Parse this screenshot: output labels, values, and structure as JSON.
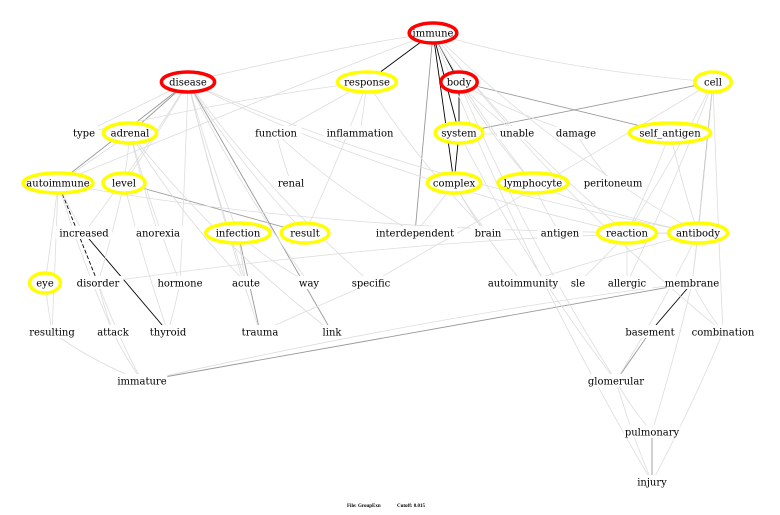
{
  "footer": {
    "file": "File: GroupExn",
    "cutoff": "Cutoff: 0.015"
  },
  "colors": {
    "primary": "#ff0000",
    "secondary": "#ffff00",
    "edge_strong": "#000000",
    "edge_mid": "#999999",
    "edge_weak": "#dddddd"
  },
  "nodes": [
    {
      "id": "immune",
      "label": "immune",
      "level": "primary"
    },
    {
      "id": "disease",
      "label": "disease",
      "level": "primary"
    },
    {
      "id": "response",
      "label": "response",
      "level": "secondary"
    },
    {
      "id": "body",
      "label": "body",
      "level": "primary"
    },
    {
      "id": "cell",
      "label": "cell",
      "level": "secondary"
    },
    {
      "id": "type",
      "label": "type",
      "level": "plain"
    },
    {
      "id": "adrenal",
      "label": "adrenal",
      "level": "secondary"
    },
    {
      "id": "function",
      "label": "function",
      "level": "plain"
    },
    {
      "id": "inflammation",
      "label": "inflammation",
      "level": "plain"
    },
    {
      "id": "system",
      "label": "system",
      "level": "secondary"
    },
    {
      "id": "unable",
      "label": "unable",
      "level": "plain"
    },
    {
      "id": "damage",
      "label": "damage",
      "level": "plain"
    },
    {
      "id": "self_antigen",
      "label": "self_antigen",
      "level": "secondary"
    },
    {
      "id": "autoimmune",
      "label": "autoimmune",
      "level": "secondary"
    },
    {
      "id": "level",
      "label": "level",
      "level": "secondary"
    },
    {
      "id": "renal",
      "label": "renal",
      "level": "plain"
    },
    {
      "id": "complex",
      "label": "complex",
      "level": "secondary"
    },
    {
      "id": "lymphocyte",
      "label": "lymphocyte",
      "level": "secondary"
    },
    {
      "id": "peritoneum",
      "label": "peritoneum",
      "level": "plain"
    },
    {
      "id": "increased",
      "label": "increased",
      "level": "plain"
    },
    {
      "id": "anorexia",
      "label": "anorexia",
      "level": "plain"
    },
    {
      "id": "infection",
      "label": "infection",
      "level": "secondary"
    },
    {
      "id": "result",
      "label": "result",
      "level": "secondary"
    },
    {
      "id": "interdependent",
      "label": "interdependent",
      "level": "plain"
    },
    {
      "id": "brain",
      "label": "brain",
      "level": "plain"
    },
    {
      "id": "antigen",
      "label": "antigen",
      "level": "plain"
    },
    {
      "id": "reaction",
      "label": "reaction",
      "level": "secondary"
    },
    {
      "id": "antibody",
      "label": "antibody",
      "level": "secondary"
    },
    {
      "id": "eye",
      "label": "eye",
      "level": "secondary"
    },
    {
      "id": "disorder",
      "label": "disorder",
      "level": "plain"
    },
    {
      "id": "hormone",
      "label": "hormone",
      "level": "plain"
    },
    {
      "id": "acute",
      "label": "acute",
      "level": "plain"
    },
    {
      "id": "way",
      "label": "way",
      "level": "plain"
    },
    {
      "id": "specific",
      "label": "specific",
      "level": "plain"
    },
    {
      "id": "autoimmunity",
      "label": "autoimmunity",
      "level": "plain"
    },
    {
      "id": "sle",
      "label": "sle",
      "level": "plain"
    },
    {
      "id": "allergic",
      "label": "allergic",
      "level": "plain"
    },
    {
      "id": "membrane",
      "label": "membrane",
      "level": "plain"
    },
    {
      "id": "resulting",
      "label": "resulting",
      "level": "plain"
    },
    {
      "id": "attack",
      "label": "attack",
      "level": "plain"
    },
    {
      "id": "thyroid",
      "label": "thyroid",
      "level": "plain"
    },
    {
      "id": "trauma",
      "label": "trauma",
      "level": "plain"
    },
    {
      "id": "link",
      "label": "link",
      "level": "plain"
    },
    {
      "id": "basement",
      "label": "basement",
      "level": "plain"
    },
    {
      "id": "combination",
      "label": "combination",
      "level": "plain"
    },
    {
      "id": "immature",
      "label": "immature",
      "level": "plain"
    },
    {
      "id": "glomerular",
      "label": "glomerular",
      "level": "plain"
    },
    {
      "id": "pulmonary",
      "label": "pulmonary",
      "level": "plain"
    },
    {
      "id": "injury",
      "label": "injury",
      "level": "plain"
    }
  ],
  "edges": [
    [
      "immune",
      "response",
      "strong"
    ],
    [
      "immune",
      "body",
      "strong"
    ],
    [
      "immune",
      "system",
      "strong"
    ],
    [
      "immune",
      "complex",
      "strong"
    ],
    [
      "immune",
      "interdependent",
      "mid"
    ],
    [
      "body",
      "system",
      "strong"
    ],
    [
      "system",
      "complex",
      "strong"
    ],
    [
      "cell",
      "system",
      "mid"
    ],
    [
      "body",
      "self_antigen",
      "mid"
    ],
    [
      "disease",
      "adrenal",
      "mid"
    ],
    [
      "disease",
      "autoimmune",
      "mid"
    ],
    [
      "disease",
      "link",
      "mid"
    ],
    [
      "level",
      "result",
      "mid"
    ],
    [
      "autoimmune",
      "disorder",
      "dashed"
    ],
    [
      "increased",
      "thyroid",
      "strong"
    ],
    [
      "infection",
      "trauma",
      "mid"
    ],
    [
      "cell",
      "antibody",
      "mid"
    ],
    [
      "membrane",
      "basement",
      "strong"
    ],
    [
      "basement",
      "glomerular",
      "mid"
    ],
    [
      "pulmonary",
      "injury",
      "mid"
    ],
    [
      "immature",
      "membrane",
      "mid"
    ],
    [
      "immune",
      "disease",
      "weak"
    ],
    [
      "immune",
      "cell",
      "weak"
    ],
    [
      "immune",
      "lymphocyte",
      "weak"
    ],
    [
      "immune",
      "antibody",
      "weak"
    ],
    [
      "immune",
      "reaction",
      "weak"
    ],
    [
      "immune",
      "autoimmune",
      "weak"
    ],
    [
      "immune",
      "injury",
      "weak"
    ],
    [
      "immune",
      "combination",
      "weak"
    ],
    [
      "disease",
      "type",
      "weak"
    ],
    [
      "disease",
      "level",
      "weak"
    ],
    [
      "disease",
      "increased",
      "weak"
    ],
    [
      "disease",
      "infection",
      "weak"
    ],
    [
      "disease",
      "result",
      "weak"
    ],
    [
      "disease",
      "way",
      "weak"
    ],
    [
      "disease",
      "hormone",
      "weak"
    ],
    [
      "disease",
      "acute",
      "weak"
    ],
    [
      "disease",
      "reaction",
      "weak"
    ],
    [
      "disease",
      "antibody",
      "weak"
    ],
    [
      "disease",
      "specific",
      "weak"
    ],
    [
      "disease",
      "trauma",
      "weak"
    ],
    [
      "response",
      "function",
      "weak"
    ],
    [
      "response",
      "inflammation",
      "weak"
    ],
    [
      "response",
      "result",
      "weak"
    ],
    [
      "response",
      "type",
      "weak"
    ],
    [
      "response",
      "brain",
      "weak"
    ],
    [
      "body",
      "unable",
      "weak"
    ],
    [
      "body",
      "damage",
      "weak"
    ],
    [
      "body",
      "lymphocyte",
      "weak"
    ],
    [
      "body",
      "glomerular",
      "weak"
    ],
    [
      "cell",
      "reaction",
      "weak"
    ],
    [
      "cell",
      "membrane",
      "weak"
    ],
    [
      "cell",
      "combination",
      "weak"
    ],
    [
      "cell",
      "specific",
      "weak"
    ],
    [
      "cell",
      "allergic",
      "weak"
    ],
    [
      "function",
      "renal",
      "weak"
    ],
    [
      "function",
      "interdependent",
      "weak"
    ],
    [
      "adrenal",
      "autoimmune",
      "weak"
    ],
    [
      "adrenal",
      "level",
      "weak"
    ],
    [
      "adrenal",
      "hormone",
      "weak"
    ],
    [
      "adrenal",
      "anorexia",
      "weak"
    ],
    [
      "adrenal",
      "acute",
      "weak"
    ],
    [
      "adrenal",
      "link",
      "weak"
    ],
    [
      "autoimmune",
      "increased",
      "weak"
    ],
    [
      "autoimmune",
      "resulting",
      "weak"
    ],
    [
      "autoimmune",
      "attack",
      "weak"
    ],
    [
      "autoimmune",
      "antibody",
      "weak"
    ],
    [
      "autoimmune",
      "eye",
      "weak"
    ],
    [
      "level",
      "thyroid",
      "weak"
    ],
    [
      "level",
      "disorder",
      "weak"
    ],
    [
      "complex",
      "interdependent",
      "weak"
    ],
    [
      "complex",
      "brain",
      "weak"
    ],
    [
      "complex",
      "autoimmunity",
      "weak"
    ],
    [
      "lymphocyte",
      "antigen",
      "weak"
    ],
    [
      "lymphocyte",
      "antibody",
      "weak"
    ],
    [
      "self_antigen",
      "reaction",
      "weak"
    ],
    [
      "self_antigen",
      "antibody",
      "weak"
    ],
    [
      "reaction",
      "allergic",
      "weak"
    ],
    [
      "reaction",
      "sle",
      "weak"
    ],
    [
      "antibody",
      "membrane",
      "weak"
    ],
    [
      "antibody",
      "autoimmunity",
      "weak"
    ],
    [
      "antibody",
      "glomerular",
      "weak"
    ],
    [
      "antibody",
      "disorder",
      "weak"
    ],
    [
      "damage",
      "peritoneum",
      "weak"
    ],
    [
      "eye",
      "resulting",
      "weak"
    ],
    [
      "disorder",
      "attack",
      "weak"
    ],
    [
      "disorder",
      "immature",
      "weak"
    ],
    [
      "hormone",
      "thyroid",
      "weak"
    ],
    [
      "infection",
      "acute",
      "weak"
    ],
    [
      "infection",
      "way",
      "weak"
    ],
    [
      "specific",
      "trauma",
      "weak"
    ],
    [
      "membrane",
      "combination",
      "weak"
    ],
    [
      "membrane",
      "pulmonary",
      "weak"
    ],
    [
      "glomerular",
      "pulmonary",
      "weak"
    ],
    [
      "glomerular",
      "injury",
      "weak"
    ],
    [
      "attack",
      "immature",
      "weak"
    ],
    [
      "resulting",
      "immature",
      "weak"
    ],
    [
      "system",
      "glomerular",
      "weak"
    ],
    [
      "system",
      "unable",
      "weak"
    ],
    [
      "membrane",
      "immature",
      "weak"
    ],
    [
      "combination",
      "injury",
      "weak"
    ]
  ]
}
